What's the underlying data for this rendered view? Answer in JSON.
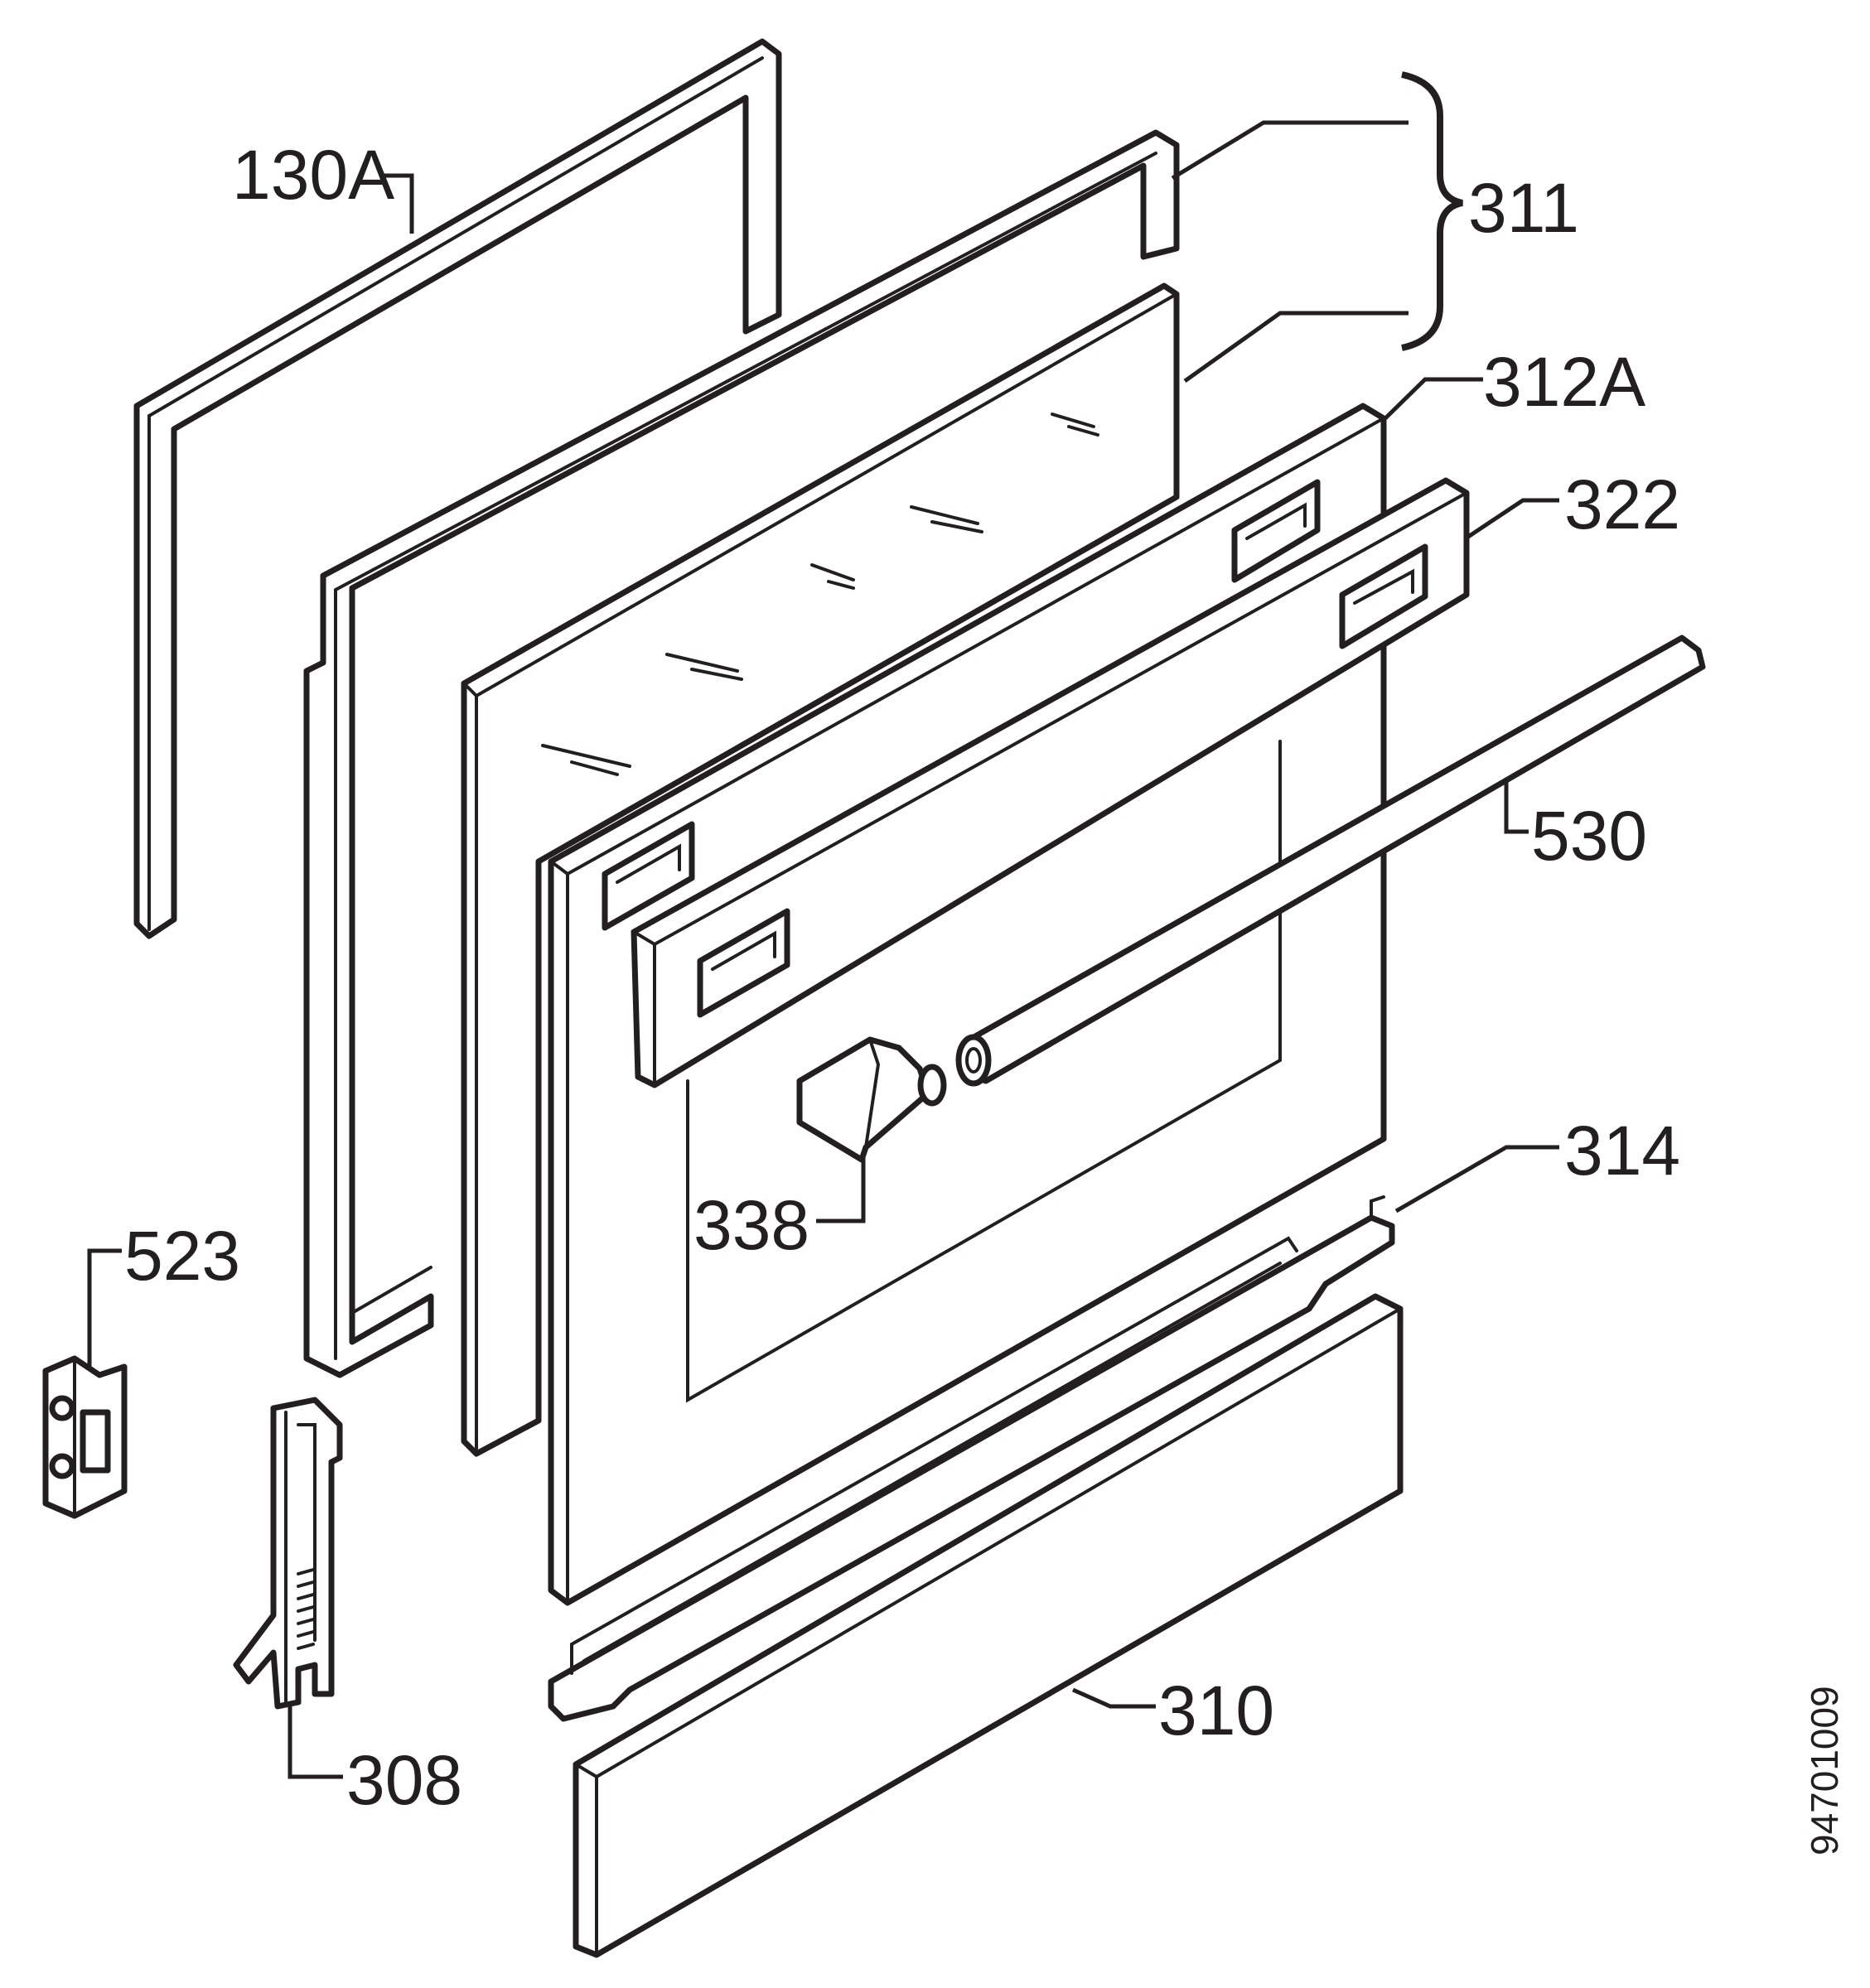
{
  "labels": {
    "p130a": "130A",
    "p311": "311",
    "p312a": "312A",
    "p322": "322",
    "p530": "530",
    "p314": "314",
    "p338": "338",
    "p523": "523",
    "p308": "308",
    "p310": "310"
  },
  "document_id": "94701009",
  "colors": {
    "line": "#231f20",
    "background": "#ffffff"
  }
}
